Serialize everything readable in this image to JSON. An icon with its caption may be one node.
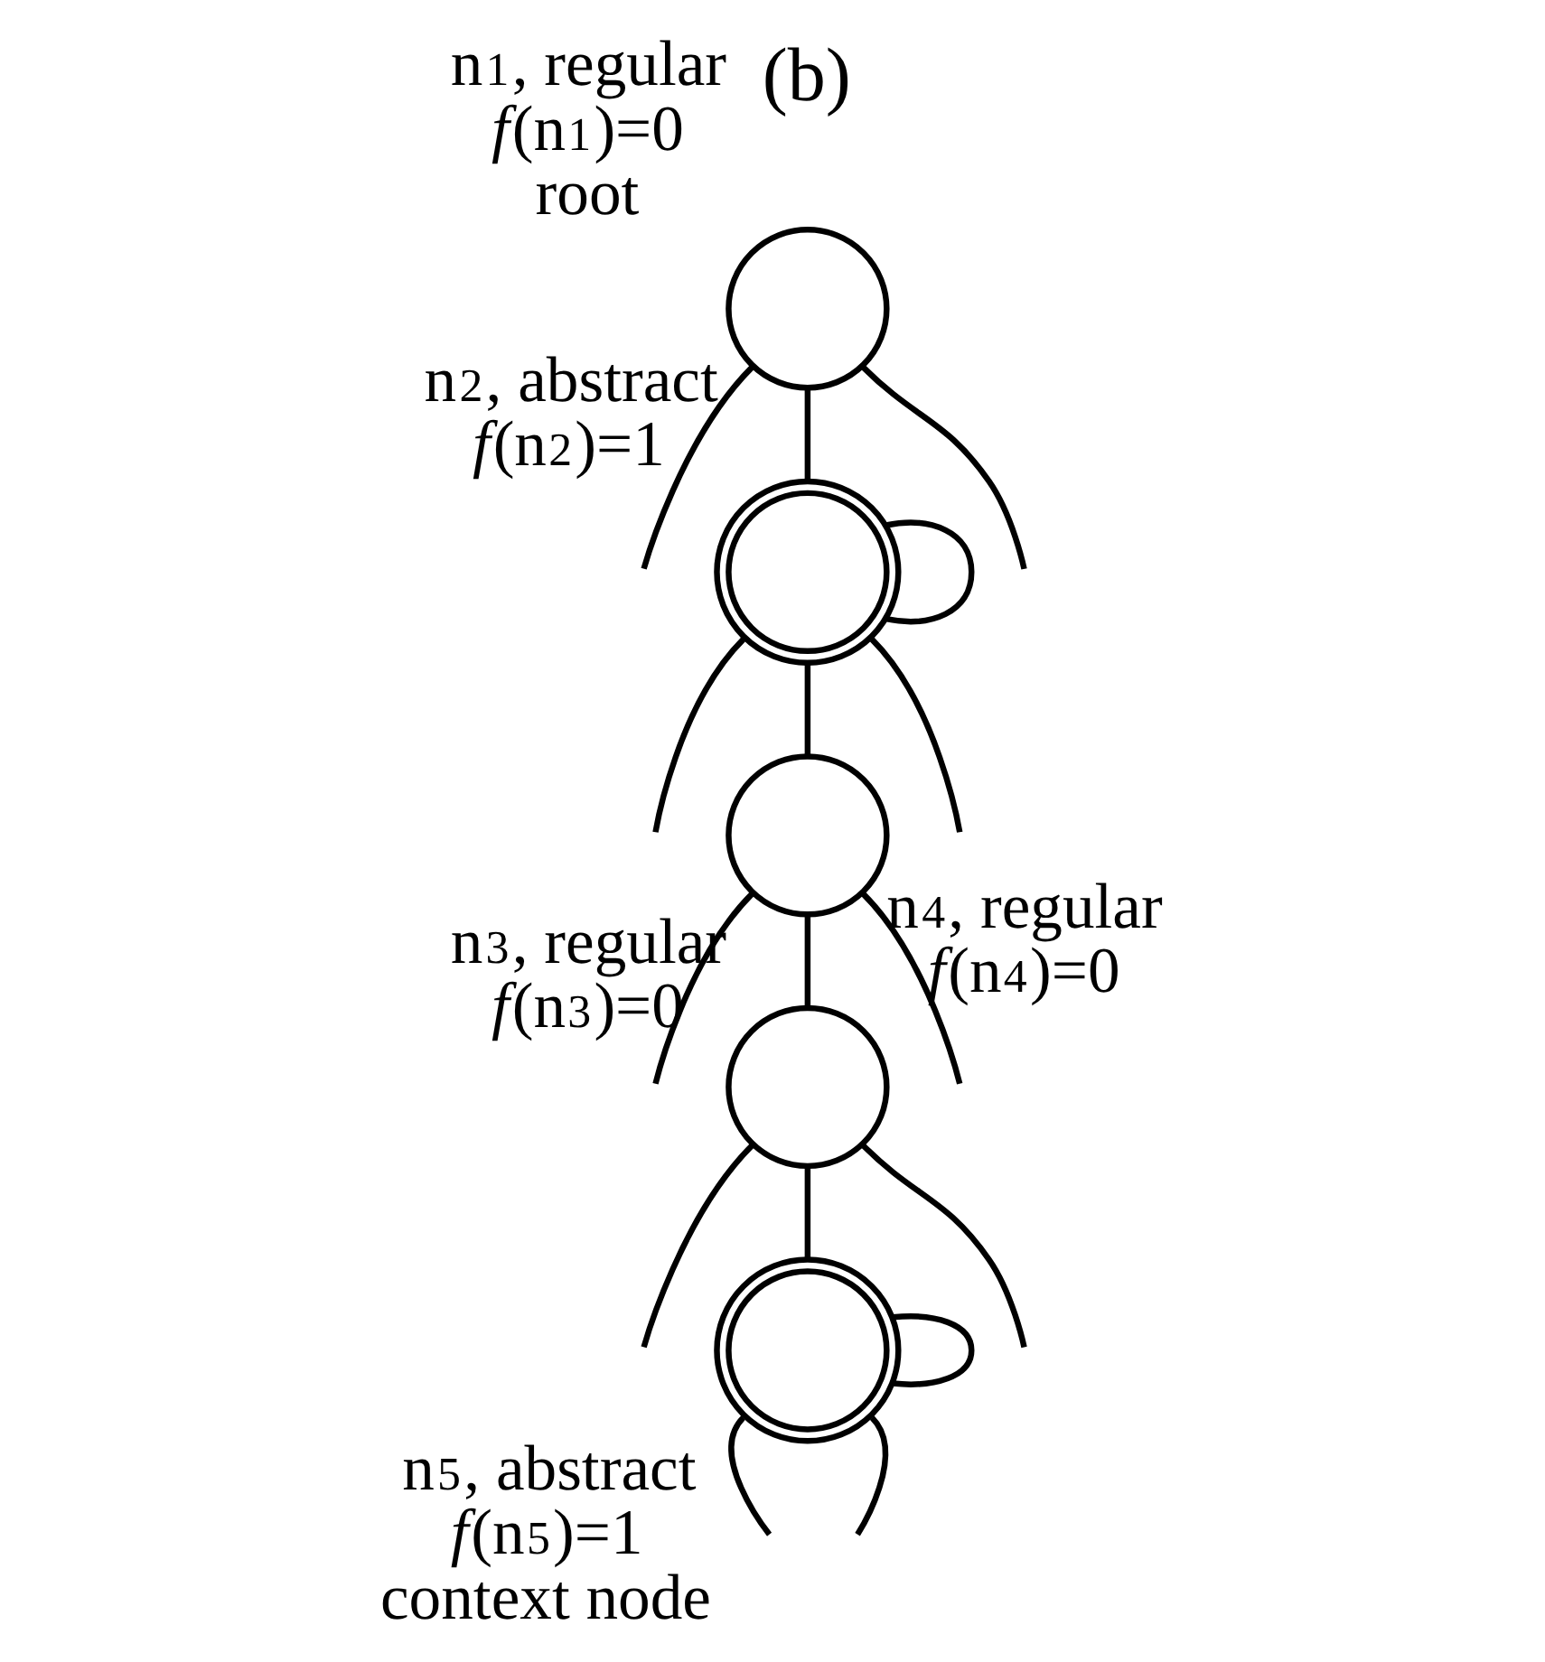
{
  "diagram": {
    "nodes": [
      {
        "text": [],
        "shape": "circle",
        "beside": [
          "n$_{1}$, regular",
          "*f*(n$_{1}$)=0",
          "root"
        ]
      },
      {
        "text": [],
        "shape": "doublecircle",
        "beside": [
          "n$_{2}$, abstract",
          "*f*(n$_{2}$)=1"
        ]
      },
      {
        "text": [],
        "shape": "circle",
        "beside": [
          "n$_{3}$, regular",
          "*f*(n$_{3}$)=0"
        ]
      },
      {
        "text": [],
        "shape": "circle",
        "beside": [
          "n$_{4}$, regular",
          "*f*(n$_{4}$)=0"
        ]
      },
      {
        "text": [],
        "shape": "doublecircle",
        "beside": [
          "n$_{5}$, abstract",
          "*f*(n$_{5}$)=1",
          "context node"
        ]
      }
    ],
    "edges": [
      {
        "from": 0,
        "to": null,
        "arrow": "none"
      },
      {
        "from": 0,
        "to": null,
        "arrow": "none"
      },
      {
        "from": 0,
        "to": 1,
        "arrow": "none"
      },
      {
        "from": 1,
        "to": 1,
        "arrow": "none"
      },
      {
        "from": 1,
        "to": null,
        "arrow": "none"
      },
      {
        "from": 1,
        "to": null,
        "arrow": "none"
      },
      {
        "from": 1,
        "to": 2,
        "arrow": "none"
      },
      {
        "from": 2,
        "to": null,
        "arrow": "none"
      },
      {
        "from": 2,
        "to": null,
        "arrow": "none"
      },
      {
        "from": 2,
        "to": 3,
        "arrow": "none"
      },
      {
        "from": 3,
        "to": null,
        "arrow": "none"
      },
      {
        "from": 3,
        "to": null,
        "arrow": "none"
      },
      {
        "from": 3,
        "to": 4,
        "arrow": "none"
      },
      {
        "from": 4,
        "to": 4,
        "arrow": "none"
      },
      {
        "from": 4,
        "to": null,
        "arrow": "none"
      },
      {
        "from": 4,
        "to": null,
        "arrow": "none"
      }
    ],
    "labels": [
      "(b)"
    ]
  }
}
